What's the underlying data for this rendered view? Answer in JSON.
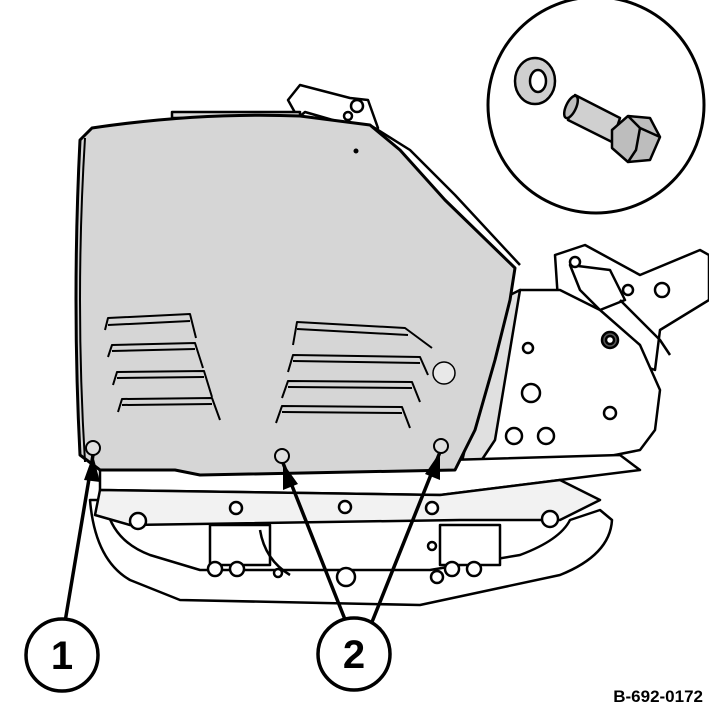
{
  "callouts": [
    {
      "number": "1"
    },
    {
      "number": "2"
    }
  ],
  "figure_code": "B-692-0172"
}
